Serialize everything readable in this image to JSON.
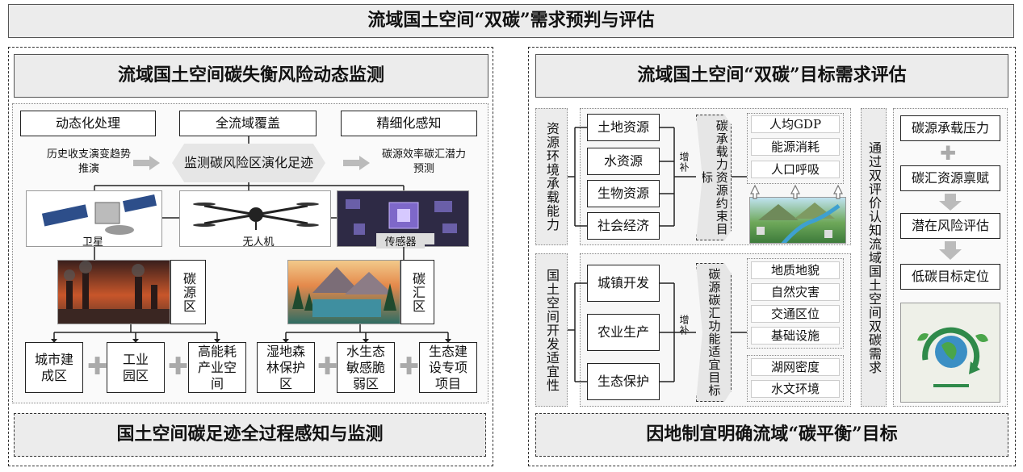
{
  "top_title": "流域国土空间“双碳”需求预判与评估",
  "left": {
    "header": "流域国土空间碳失衡风险动态监测",
    "footer": "国土空间碳足迹全过程感知与监测",
    "features": [
      "动态化处理",
      "全流域覆盖",
      "精细化感知"
    ],
    "left_note": "历史收支演变趋势推演",
    "center_box": "监测碳风险区演化足迹",
    "right_note": "碳源效率碳汇潜力预测",
    "devices": [
      {
        "label": "卫星",
        "icon": "satellite-icon"
      },
      {
        "label": "无人机",
        "icon": "drone-icon"
      },
      {
        "label": "传感器",
        "icon": "sensor-chip-icon"
      }
    ],
    "source_label": "碳源区",
    "sink_label": "碳汇区",
    "source_items": [
      "城市建成区",
      "工业园区",
      "高能耗产业空间"
    ],
    "sink_items": [
      "湿地森林保护区",
      "水生态敏感脆弱区",
      "生态建设专项项目"
    ]
  },
  "right": {
    "header": "流域国土空间“双碳”目标需求评估",
    "footer": "因地制宜明确流域“碳平衡”目标",
    "section1_label": "资源环境承载能力",
    "section1_items": [
      "土地资源",
      "水资源",
      "生物资源",
      "社会经济"
    ],
    "section1_center": "碳承载力资源约束目标",
    "section1_factors": [
      "人均GDP",
      "能源消耗",
      "人口呼吸"
    ],
    "section2_label": "国土空间开发适宜性",
    "section2_items": [
      "城镇开发",
      "农业生产",
      "生态保护"
    ],
    "section2_center": "碳源碳汇功能适宜目标",
    "section2_factors_a": [
      "地质地貌",
      "自然灾害",
      "交通区位",
      "基础设施"
    ],
    "section2_factors_b": [
      "湖网密度",
      "水文环境"
    ],
    "zeng_bu": "增补",
    "vertical_text": "通过双评价认知流域国土空间双碳需求",
    "flow_steps": [
      "碳源承载压力",
      "碳汇资源禀赋",
      "潜在风险评估",
      "低碳目标定位"
    ]
  },
  "colors": {
    "header_bg": "#ececec",
    "border": "#222222",
    "plus": "#aaaaaa"
  }
}
